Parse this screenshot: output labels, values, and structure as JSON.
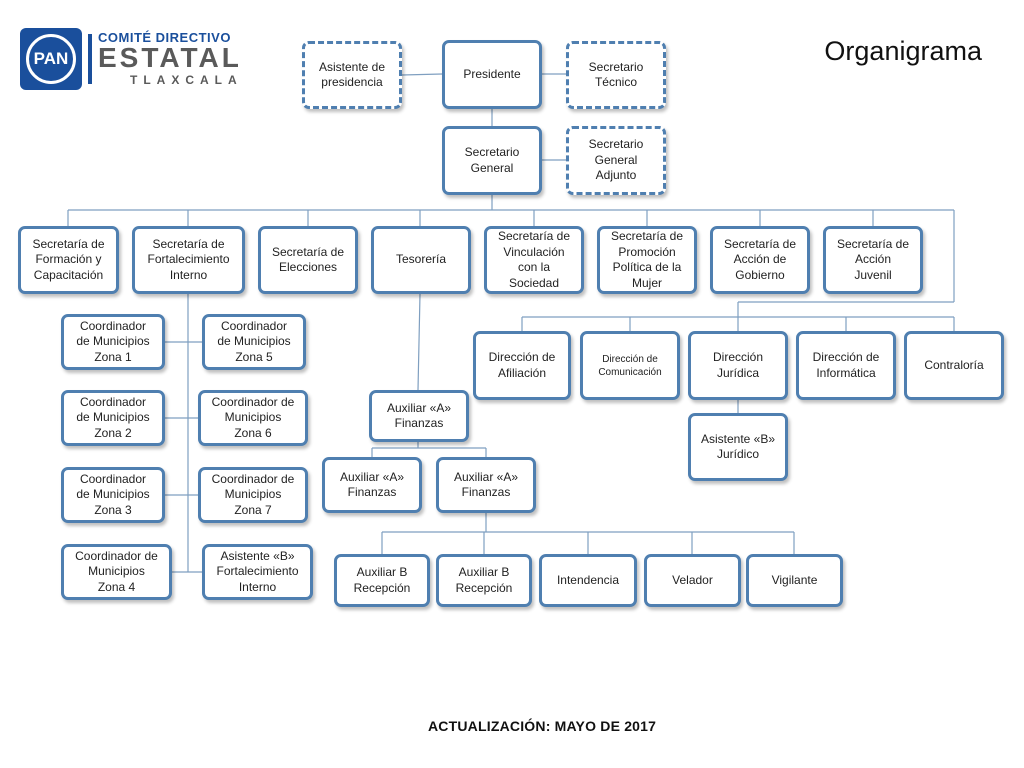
{
  "logo": {
    "brand": "PAN",
    "line1": "COMITÉ  DIRECTIVO",
    "line2": "ESTATAL",
    "line3": "TLAXCALA"
  },
  "title": "Organigrama",
  "footer": "ACTUALIZACIÓN: MAYO DE 2017",
  "nodes": {
    "asistente_presidencia": "Asistente de\npresidencia",
    "presidente": "Presidente",
    "secretario_tecnico": "Secretario\nTécnico",
    "secretario_general": "Secretario\nGeneral",
    "secretario_general_adjunto": "Secretario\nGeneral\nAdjunto",
    "sec_formacion": "Secretaría de\nFormación y\nCapacitación",
    "sec_fortalecimiento": "Secretaría de\nFortalecimiento\nInterno",
    "sec_elecciones": "Secretaría de\nElecciones",
    "tesoreria": "Tesorería",
    "sec_vinculacion": "Secretaría de\nVinculación\ncon la\nSociedad",
    "sec_promocion": "Secretaría de\nPromoción\nPolítica de la\nMujer",
    "sec_accion_gobierno": "Secretaría de\nAcción de\nGobierno",
    "sec_accion_juvenil": "Secretaría de\nAcción\nJuvenil",
    "coord_zona1": "Coordinador\nde Municipios\nZona 1",
    "coord_zona5": "Coordinador\nde Municipios\nZona 5",
    "coord_zona2": "Coordinador\nde Municipios\nZona 2",
    "coord_zona6": "Coordinador de\nMunicipios\nZona 6",
    "coord_zona3": "Coordinador\nde Municipios\nZona 3",
    "coord_zona7": "Coordinador de\nMunicipios\nZona 7",
    "coord_zona4": "Coordinador de\nMunicipios\nZona 4",
    "asistente_b_fortalecimiento": "Asistente «B»\nFortalecimiento\nInterno",
    "dir_afiliacion": "Dirección de\nAfiliación",
    "dir_comunicacion": "Dirección de\nComunicación",
    "dir_juridica": "Dirección\nJurídica",
    "dir_informatica": "Dirección de\nInformática",
    "contraloria": "Contraloría",
    "asistente_b_juridico": "Asistente «B»\nJurídico",
    "auxiliar_a_finanzas_1": "Auxiliar «A»\nFinanzas",
    "auxiliar_a_finanzas_2": "Auxiliar «A»\nFinanzas",
    "auxiliar_a_finanzas_3": "Auxiliar «A»\nFinanzas",
    "auxiliar_b_recepcion_1": "Auxiliar B\nRecepción",
    "auxiliar_b_recepcion_2": "Auxiliar B\nRecepción",
    "intendencia": "Intendencia",
    "velador": "Velador",
    "vigilante": "Vigilante"
  },
  "colors": {
    "border": "#4f7fb0",
    "connector": "#7f9fc0",
    "brand": "#1a4f9c"
  }
}
